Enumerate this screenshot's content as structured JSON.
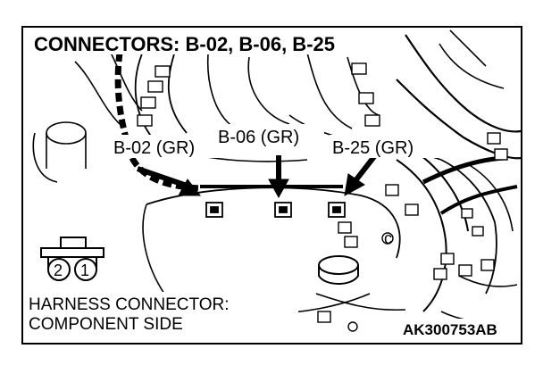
{
  "diagram": {
    "title": "CONNECTORS: B-02, B-06, B-25",
    "connector_labels": [
      "B-02 (GR)",
      "B-06 (GR)",
      "B-25 (GR)"
    ],
    "harness_caption": {
      "line1": "HARNESS CONNECTOR:",
      "line2": "COMPONENT SIDE"
    },
    "pin_numbers": [
      "2",
      "1"
    ],
    "part_code": "AK300753AB",
    "callout_letter": "c"
  }
}
